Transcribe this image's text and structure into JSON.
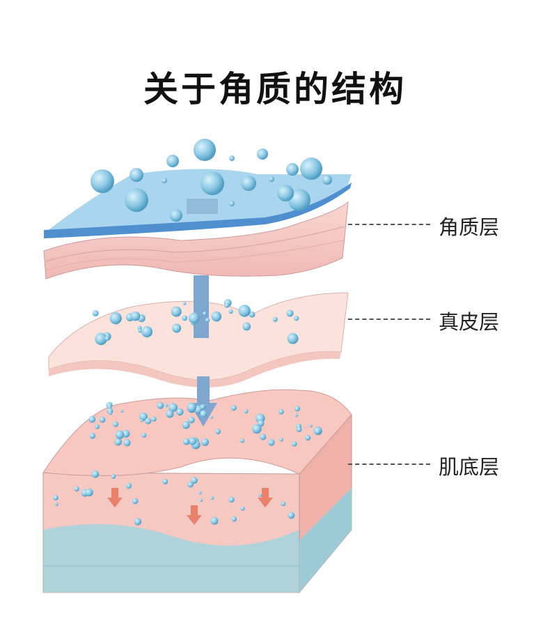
{
  "title": "关于角质的结构",
  "layers": [
    {
      "label": "角质层"
    },
    {
      "label": "真皮层"
    },
    {
      "label": "肌底层"
    }
  ],
  "colors": {
    "water_blue": "#7dc3e0",
    "top_sheet": "#a9d4ee",
    "top_edge": "#4f8fcf",
    "skin_pink": "#f4c3bf",
    "deep_layer": "#a8d2dd",
    "arrow": "#7aa3cc",
    "down_arrow": "#e8806a"
  }
}
